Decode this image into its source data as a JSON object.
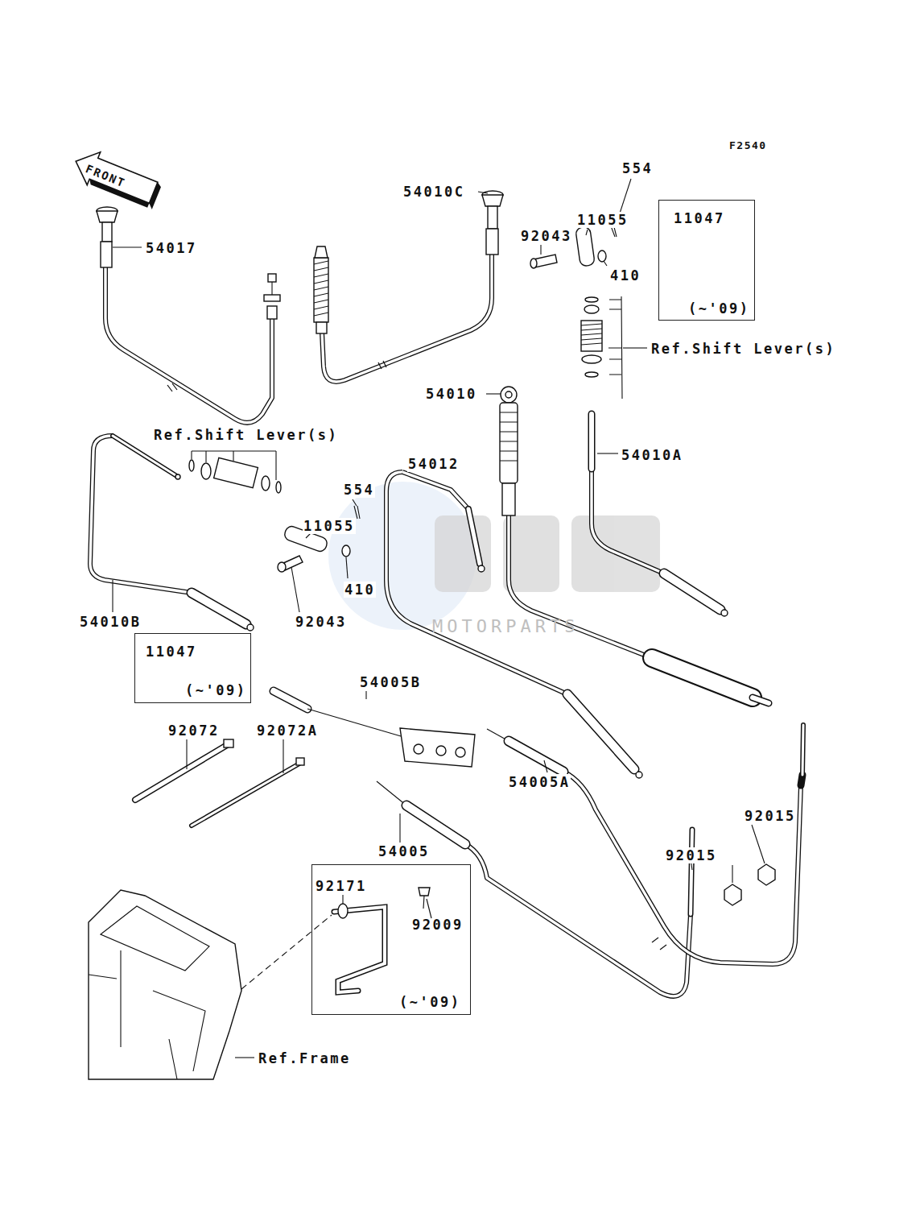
{
  "diagram": {
    "nodes": [
      {
        "text": [
          "11047",
          "(~'09)"
        ]
      },
      {
        "text": [
          "11047",
          "(~'09)"
        ]
      },
      {
        "text": [
          "92171",
          "92009",
          "(~'09)"
        ]
      }
    ],
    "edges": [],
    "labels": [
      "F2540",
      "FRONT",
      "54017",
      "54010C",
      "554",
      "11055",
      "92043",
      "410",
      "Ref.Shift Lever(s)",
      "54010",
      "54010A",
      "Ref.Shift Lever(s)",
      "54012",
      "554",
      "11055",
      "410",
      "92043",
      "54010B",
      "54005B",
      "92072",
      "92072A",
      "54005A",
      "54005",
      "92015",
      "92015",
      "Ref.Frame",
      "MOTORPARTS"
    ]
  }
}
